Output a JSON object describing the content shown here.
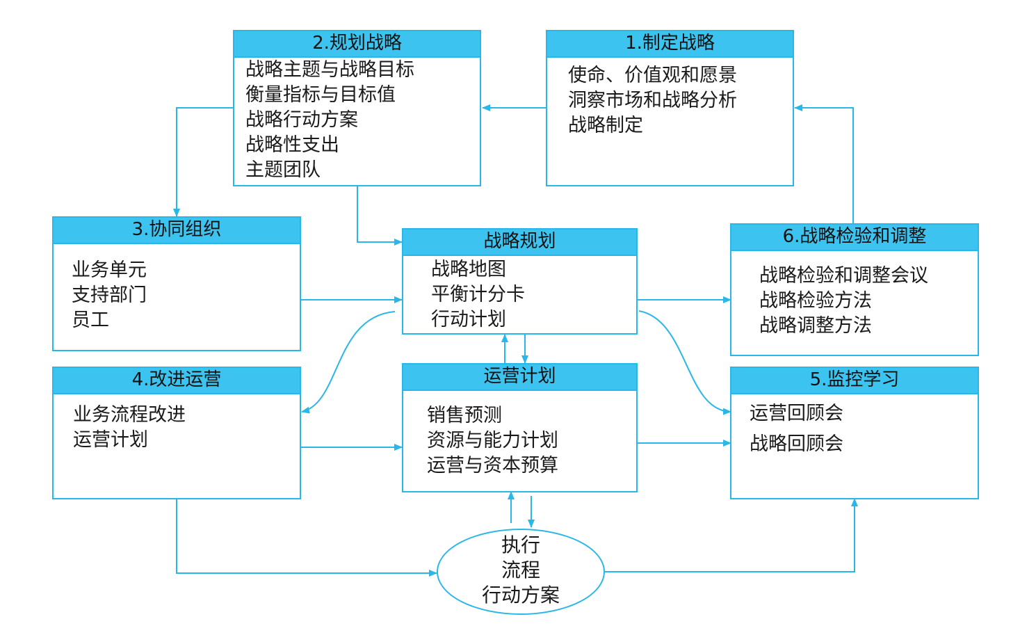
{
  "colors": {
    "accent": "#29b6e8",
    "header_fill": "#3cc3ef"
  },
  "boxes": {
    "formulate": {
      "title": "1.制定战略",
      "items": [
        "使命、价值观和愿景",
        "洞察市场和战略分析",
        "战略制定"
      ]
    },
    "plan": {
      "title": "2.规划战略",
      "items": [
        "战略主题与战略目标",
        "衡量指标与目标值",
        "战略行动方案",
        "战略性支出",
        "主题团队"
      ]
    },
    "align": {
      "title": "3.协同组织",
      "items": [
        "业务单元",
        "支持部门",
        "员工"
      ]
    },
    "improve": {
      "title": "4.改进运营",
      "items": [
        "业务流程改进",
        "运营计划"
      ]
    },
    "monitor": {
      "title": "5.监控学习",
      "items": [
        "运营回顾会",
        "战略回顾会"
      ]
    },
    "test": {
      "title": "6.战略检验和调整",
      "items": [
        "战略检验和调整会议",
        "战略检验方法",
        "战略调整方法"
      ]
    },
    "strategy_plan": {
      "title": "战略规划",
      "items": [
        "战略地图",
        "平衡计分卡",
        "行动计划"
      ]
    },
    "ops_plan": {
      "title": "运营计划",
      "items": [
        "销售预测",
        "资源与能力计划",
        "运营与资本预算"
      ]
    }
  },
  "execute": {
    "items": [
      "执行",
      "流程",
      "行动方案"
    ]
  }
}
